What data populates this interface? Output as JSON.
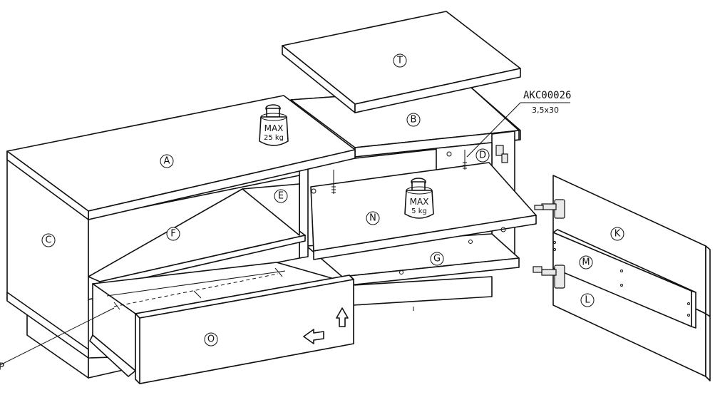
{
  "labels": {
    "A": "A",
    "B": "B",
    "C": "C",
    "D": "D",
    "E": "E",
    "F": "F",
    "G": "G",
    "K": "K",
    "L": "L",
    "M": "M",
    "N": "N",
    "O": "O",
    "T": "T"
  },
  "weights": {
    "top": {
      "max": "MAX",
      "kg": "25 kg"
    },
    "shelf": {
      "max": "MAX",
      "kg": "5 kg"
    }
  },
  "screw": {
    "code": "AKC00026",
    "size": "3,5x30"
  },
  "truncated_left_label": "P"
}
